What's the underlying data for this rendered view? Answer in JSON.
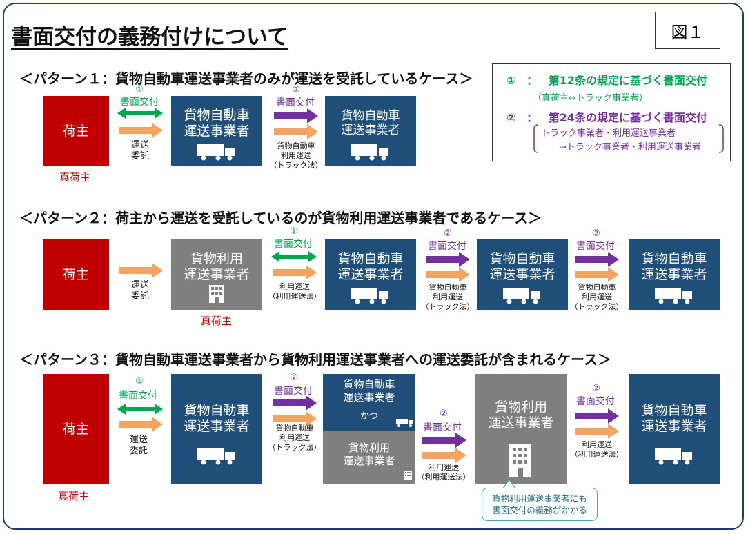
{
  "title": "書面交付の義務付けについて",
  "figure_label": "図１",
  "colors": {
    "green": "#00a650",
    "purple": "#7030a0",
    "orange": "#f4a460",
    "blue": "#1f4e79",
    "red": "#c00000",
    "gray": "#7f7f7f"
  },
  "legend": {
    "item1": {
      "marker": "①",
      "colon": "：",
      "text": "第12条の規定に基づく書面交付",
      "sub": "（真荷主⇔トラック事業者）"
    },
    "item2": {
      "marker": "②",
      "colon": "：",
      "text": "第24条の規定に基づく書面交付",
      "sub1": "トラック事業者・利用運送事業者",
      "sub2": "⇒トラック事業者・利用運送事業者"
    }
  },
  "common": {
    "shipper": "荷主",
    "true_shipper": "真荷主",
    "truck_carrier": "貨物自動車\n運送事業者",
    "forwarder": "貨物利用\n運送事業者",
    "doc": "書面交付",
    "n1": "①",
    "n2": "②",
    "commission": "運送\n委託",
    "truck_fwd_law": "貨物自動車\n利用運送\n（トラック法）",
    "fwd_law": "利用運送\n（利用運送法）"
  },
  "pattern1": {
    "heading": "＜パターン１：貨物自動車運送事業者のみが運送を受託しているケース＞"
  },
  "pattern2": {
    "heading": "＜パターン２：荷主から運送を受託しているのが貨物利用運送事業者であるケース＞"
  },
  "pattern3": {
    "heading": "＜パターン３：貨物自動車運送事業者から貨物利用運送事業者への運送委託が含まれるケース＞",
    "split_top": "貨物自動車\n運送事業者",
    "split_and": "かつ",
    "split_bottom": "貨物利用\n運送事業者",
    "callout": "貨物利用運送事業者にも\n書面交付の義務がかかる"
  }
}
